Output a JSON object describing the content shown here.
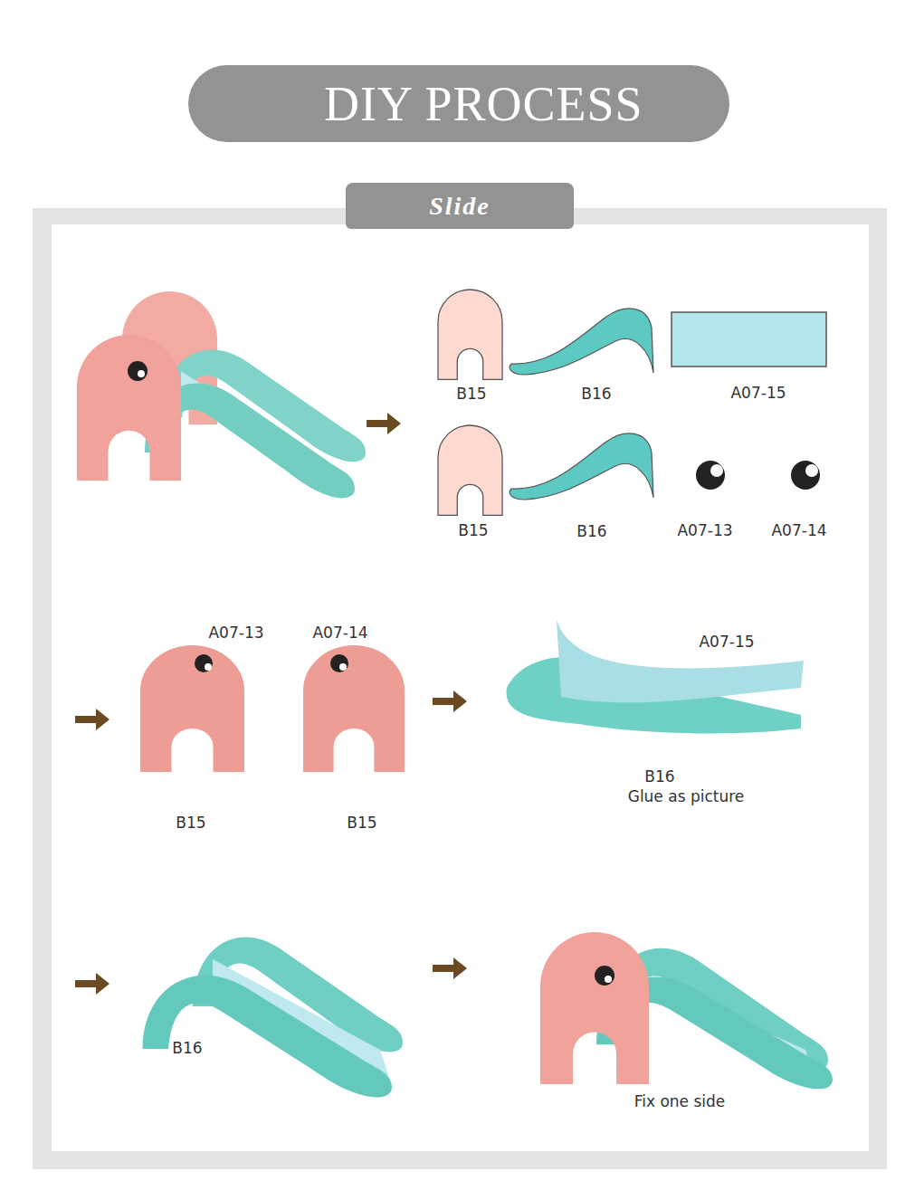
{
  "diagram": {
    "title": "DIY PROCESS",
    "nodes": [
      {
        "text": [
          "Slide"
        ]
      }
    ],
    "labels": [
      "B15",
      "B16",
      "A07-15",
      "B15",
      "B16",
      "A07-13",
      "A07-14",
      "A07-13",
      "A07-14",
      "A07-15",
      "B15",
      "B15",
      "B16",
      "Glue as picture",
      "B16",
      "Fix one side"
    ]
  }
}
